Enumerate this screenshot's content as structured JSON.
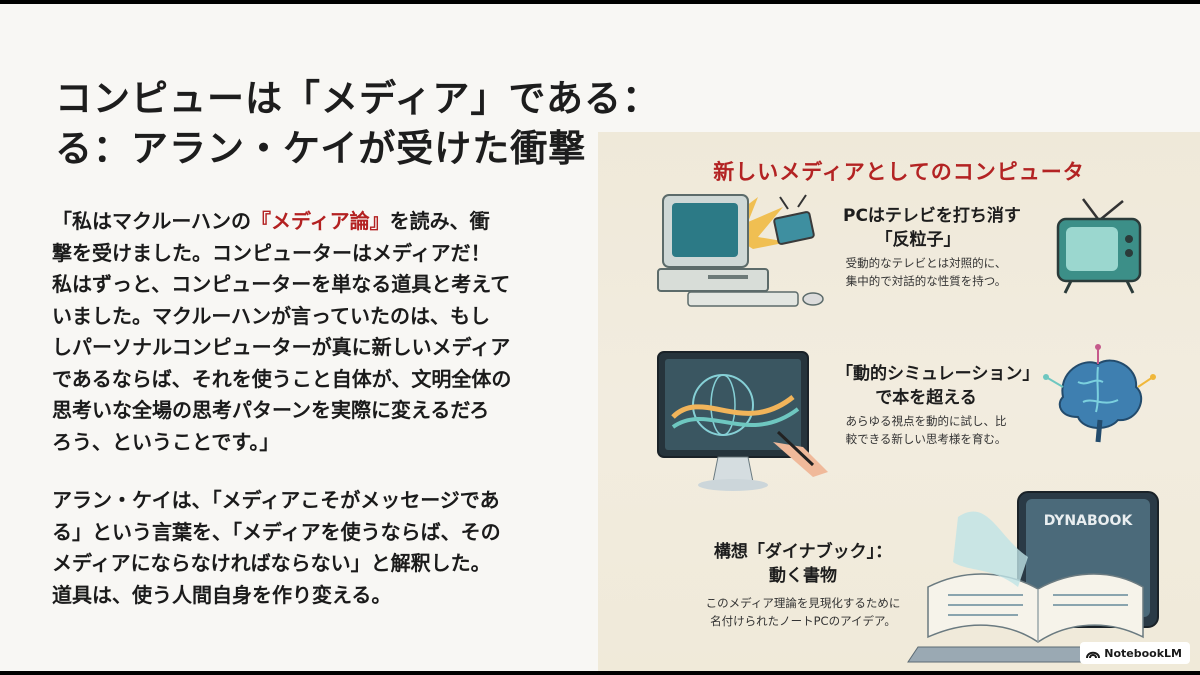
{
  "title": {
    "line1": "コンピューは「メディア」である：",
    "line2": "る：アラン・ケイが受けた衝撃"
  },
  "quote": {
    "line1_pre": "「私はマクルーハンの",
    "line1_hl": "『メディア論』",
    "line1_post": "を読み、衝",
    "lines": [
      "撃を受けました。コンピューターはメディアだ！",
      "私はずっと、コンピューターを単なる道具と考えて",
      "いました。マクルーハンが言っていたのは、もし",
      "しパーソナルコンピューターが真に新しいメディア",
      "であるならば、それを使うこと自体が、文明全体の",
      "思考いな全場の思考パターンを実際に変えるだろ",
      "ろう、ということです。」"
    ]
  },
  "paragraph": {
    "lines": [
      "アラン・ケイは、「メディアこそがメッセージであ",
      "る」という言葉を、「メディアを使うならば、その",
      "メディアにならなければならない」と解釈した。",
      "道具は、使う人間自身を作り変える。"
    ]
  },
  "panel": {
    "title": "新しいメディアとしてのコンピュータ",
    "items": [
      {
        "heading": [
          "PCはテレビを打ち消す",
          "「反粒子」"
        ],
        "desc": [
          "受動的なテレビとは対照的に、",
          "集中的で対話的な性質を持つ。"
        ]
      },
      {
        "heading": [
          "「動的シミュレーション」",
          "で本を超える"
        ],
        "desc": [
          "あらゆる視点を動的に試し、比",
          "較できる新しい思考様を育む。"
        ]
      },
      {
        "heading": [
          "構想「ダイナブック」：",
          "動く書物"
        ],
        "desc": [
          "このメディア理論を見現化するために",
          "名付けられたノートPCのアイデア。"
        ]
      }
    ],
    "tablet_label": "DYNABOOK"
  },
  "brand": {
    "label": "NotebookLM"
  },
  "colors": {
    "accent_red": "#b32323",
    "panel_bg": "#f0ead9"
  }
}
